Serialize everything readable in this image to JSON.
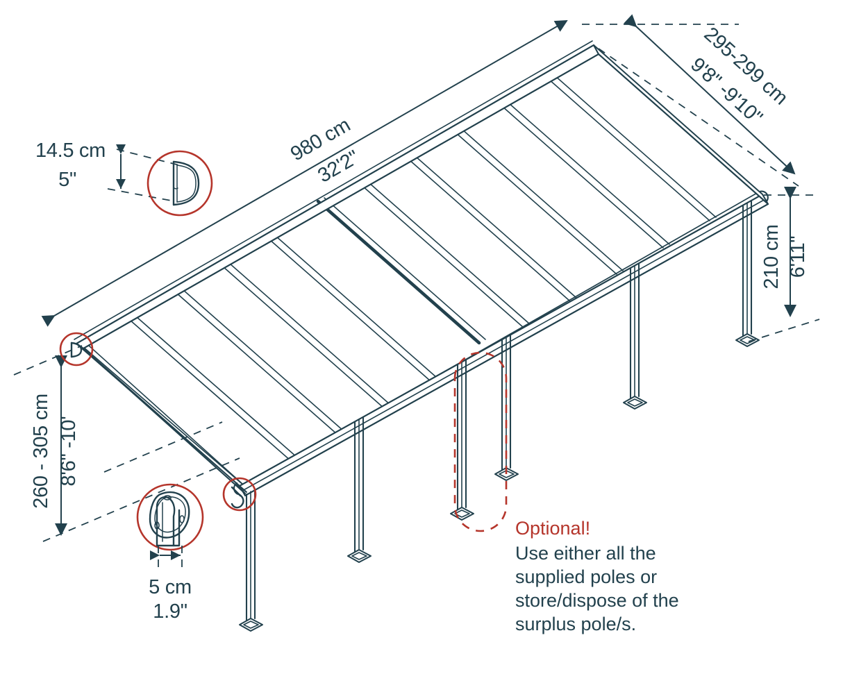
{
  "figure": {
    "type": "technical-isometric-assembly-diagram",
    "subject": "patio cover / pergola awning with adjustable height posts",
    "background_color": "#ffffff",
    "line_color": "#22414d",
    "accent_color": "#b5352b"
  },
  "dimensions": {
    "projection": {
      "cm": "295-299 cm",
      "imperial": "9'8\" -9'10\"",
      "name": "roof-projection-dimension"
    },
    "length": {
      "cm": "980 cm",
      "imperial": "32'2\"",
      "name": "roof-length-dimension"
    },
    "front_height": {
      "cm": "210 cm",
      "imperial": "6'11\"",
      "name": "front-post-height-dimension"
    },
    "wall_height": {
      "cm": "260 - 305 cm",
      "imperial": "8'6\" -10'",
      "name": "wall-attachment-height-dimension"
    },
    "beam_profile": {
      "cm": "14.5 cm",
      "imperial": "5\"",
      "name": "beam-profile-height-dimension"
    },
    "post_profile": {
      "cm": "5 cm",
      "imperial": "1.9\"",
      "name": "post-profile-width-dimension"
    }
  },
  "callouts": {
    "beam_detail": {
      "label": "beam-cross-section-detail",
      "shape": "D-profile"
    },
    "post_detail": {
      "label": "post-cross-section-detail",
      "shape": "oval-post-cap"
    },
    "gutter_detail_left": {
      "label": "gutter-end-cap-detail-upper"
    },
    "gutter_detail_lower": {
      "label": "gutter-end-cap-detail-lower"
    }
  },
  "note": {
    "heading": "Optional!",
    "lines": [
      "Use either all the",
      "supplied poles or",
      "store/dispose of the",
      "surplus pole/s."
    ],
    "target": "optional-post-highlight"
  },
  "structure": {
    "post_count": 6,
    "optional_post_index": 3,
    "rafter_count": 11,
    "panel_count": 11
  }
}
